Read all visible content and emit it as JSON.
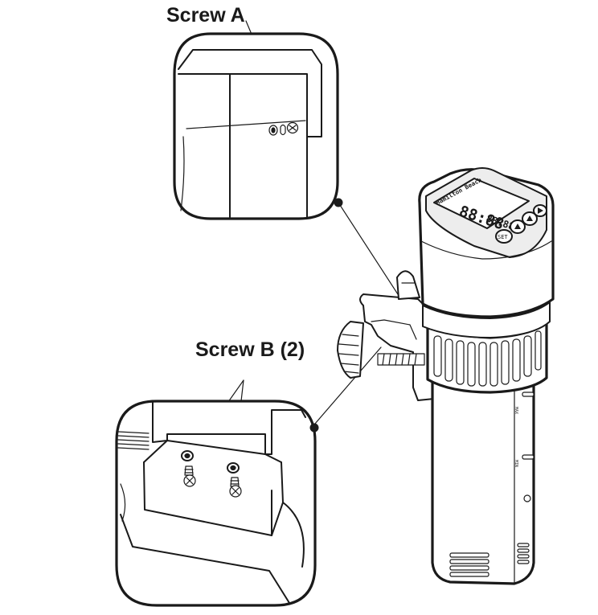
{
  "labels": {
    "screw_a": "Screw A",
    "screw_b": "Screw B (2)"
  },
  "device": {
    "brand": "Hamilton Beach",
    "display_main": "88:88",
    "display_secondary": "88.88",
    "button_left": "SET",
    "marking_max": "MAX",
    "marking_min": "MIN"
  },
  "icons": {
    "screw": "phillips-screw-icon",
    "screw_hole": "screw-hole-icon",
    "arrow_up": "triangle-up-icon",
    "arrow_right": "triangle-right-icon"
  },
  "colors": {
    "ink": "#1a1a1a",
    "paper": "#ffffff",
    "shade": "#ededed"
  }
}
